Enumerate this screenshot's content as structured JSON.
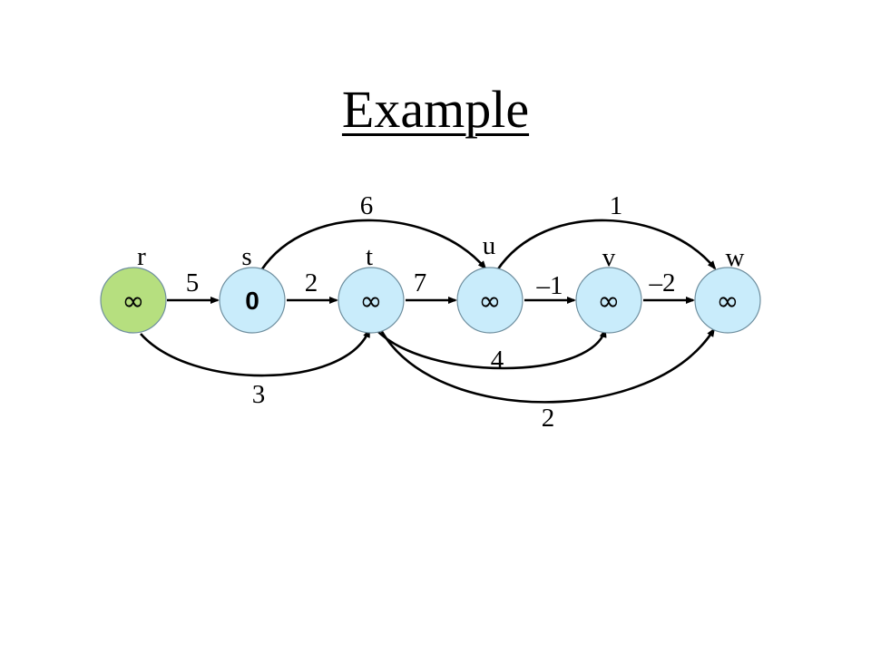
{
  "title": "Example",
  "colors": {
    "source_node": "#b6df7f",
    "node": "#c9ecfb",
    "node_border": "#6f8f9f",
    "edge": "#000000"
  },
  "nodes": [
    {
      "id": "r",
      "label": "r",
      "value": "∞"
    },
    {
      "id": "s",
      "label": "s",
      "value": "0"
    },
    {
      "id": "t",
      "label": "t",
      "value": "∞"
    },
    {
      "id": "u",
      "label": "u",
      "value": "∞"
    },
    {
      "id": "v",
      "label": "v",
      "value": "∞"
    },
    {
      "id": "w",
      "label": "w",
      "value": "∞"
    }
  ],
  "edges": [
    {
      "from": "r",
      "to": "s",
      "weight": "5"
    },
    {
      "from": "s",
      "to": "t",
      "weight": "2"
    },
    {
      "from": "t",
      "to": "u",
      "weight": "7"
    },
    {
      "from": "u",
      "to": "v",
      "weight": "–1"
    },
    {
      "from": "v",
      "to": "w",
      "weight": "–2"
    },
    {
      "from": "s",
      "to": "u",
      "weight": "6"
    },
    {
      "from": "u",
      "to": "w",
      "weight": "1"
    },
    {
      "from": "r",
      "to": "t",
      "weight": "3"
    },
    {
      "from": "t",
      "to": "v",
      "weight": "4"
    },
    {
      "from": "t",
      "to": "w",
      "weight": "2"
    }
  ]
}
